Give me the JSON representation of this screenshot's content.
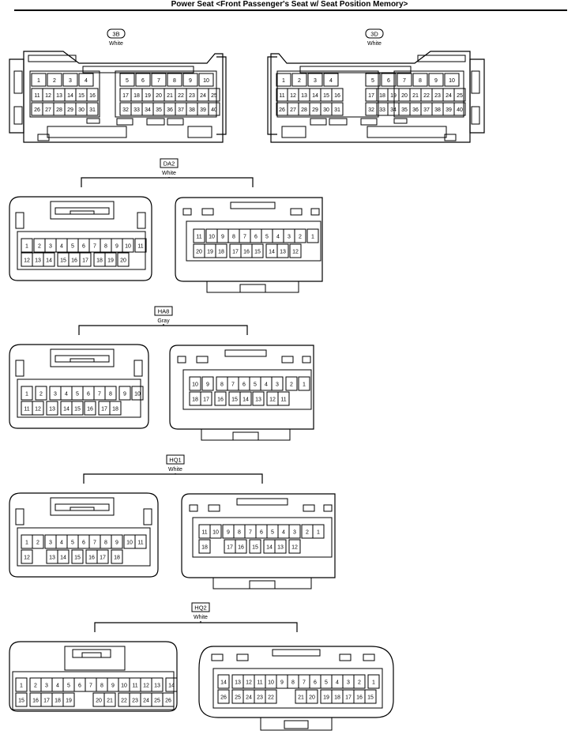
{
  "title": "Power Seat <Front Passenger's Seat w/ Seat Position Memory>",
  "connectors": [
    {
      "id": "3B",
      "color": "White",
      "pins": [
        [
          1,
          2,
          3,
          4,
          5,
          6,
          7,
          8,
          9,
          10
        ],
        [
          11,
          12,
          13,
          14,
          15,
          16,
          17,
          18,
          19,
          20,
          21,
          22,
          23,
          24,
          25
        ],
        [
          26,
          27,
          28,
          29,
          30,
          31,
          32,
          33,
          34,
          35,
          36,
          37,
          38,
          39,
          40
        ]
      ]
    },
    {
      "id": "3D",
      "color": "White",
      "pins": [
        [
          1,
          2,
          3,
          4,
          5,
          6,
          7,
          8,
          9,
          10
        ],
        [
          11,
          12,
          13,
          14,
          15,
          16,
          17,
          18,
          19,
          20,
          21,
          22,
          23,
          24,
          25
        ],
        [
          26,
          27,
          28,
          29,
          30,
          31,
          32,
          33,
          34,
          35,
          36,
          37,
          38,
          39,
          40
        ]
      ]
    },
    {
      "id": "DA2",
      "color": "White",
      "male": [
        [
          1,
          2,
          3,
          4,
          5,
          6,
          7,
          8,
          9,
          10,
          11
        ],
        [
          12,
          13,
          14,
          15,
          16,
          17,
          18,
          19,
          20
        ]
      ],
      "female": [
        [
          11,
          10,
          9,
          8,
          7,
          6,
          5,
          4,
          3,
          2,
          1
        ],
        [
          20,
          19,
          18,
          17,
          16,
          15,
          14,
          13,
          12
        ]
      ]
    },
    {
      "id": "HA8",
      "color": "Gray",
      "male": [
        [
          1,
          2,
          3,
          4,
          5,
          6,
          7,
          8,
          9,
          10
        ],
        [
          11,
          12,
          13,
          14,
          15,
          16,
          17,
          18
        ]
      ],
      "female": [
        [
          10,
          9,
          8,
          7,
          6,
          5,
          4,
          3,
          2,
          1
        ],
        [
          18,
          17,
          16,
          15,
          14,
          13,
          12,
          11
        ]
      ]
    },
    {
      "id": "HQ1",
      "color": "White",
      "male": [
        [
          1,
          2,
          3,
          4,
          5,
          6,
          7,
          8,
          9,
          10,
          11
        ],
        [
          12,
          13,
          14,
          15,
          16,
          17,
          18
        ]
      ],
      "female": [
        [
          11,
          10,
          9,
          8,
          7,
          6,
          5,
          4,
          3,
          2,
          1
        ],
        [
          18,
          17,
          16,
          15,
          14,
          13,
          12
        ]
      ]
    },
    {
      "id": "HQ2",
      "color": "White",
      "male": [
        [
          1,
          2,
          3,
          4,
          5,
          6,
          7,
          8,
          9,
          10,
          11,
          12,
          13,
          14
        ],
        [
          15,
          16,
          17,
          18,
          19,
          20,
          21,
          22,
          23,
          24,
          25,
          26
        ]
      ],
      "female": [
        [
          14,
          13,
          12,
          11,
          10,
          9,
          8,
          7,
          6,
          5,
          4,
          3,
          2,
          1
        ],
        [
          26,
          25,
          24,
          23,
          22,
          21,
          20,
          19,
          18,
          17,
          16,
          15
        ]
      ]
    }
  ]
}
